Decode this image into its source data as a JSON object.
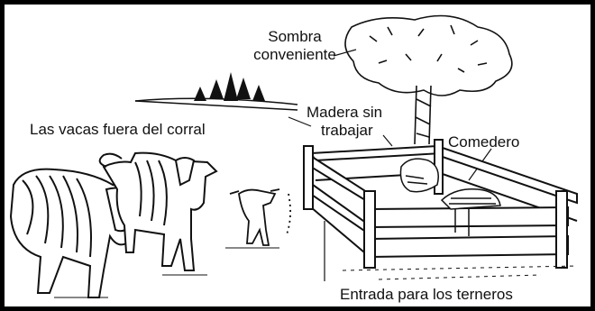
{
  "labels": {
    "shade": [
      "Sombra",
      "conveniente"
    ],
    "lumber": [
      "Madera sin",
      "trabajar"
    ],
    "cows_outside": "Las vacas fuera del corral",
    "feeder": "Comedero",
    "calf_entrance": "Entrada para los terneros"
  },
  "colors": {
    "ink": "#111111",
    "background": "#ffffff"
  }
}
